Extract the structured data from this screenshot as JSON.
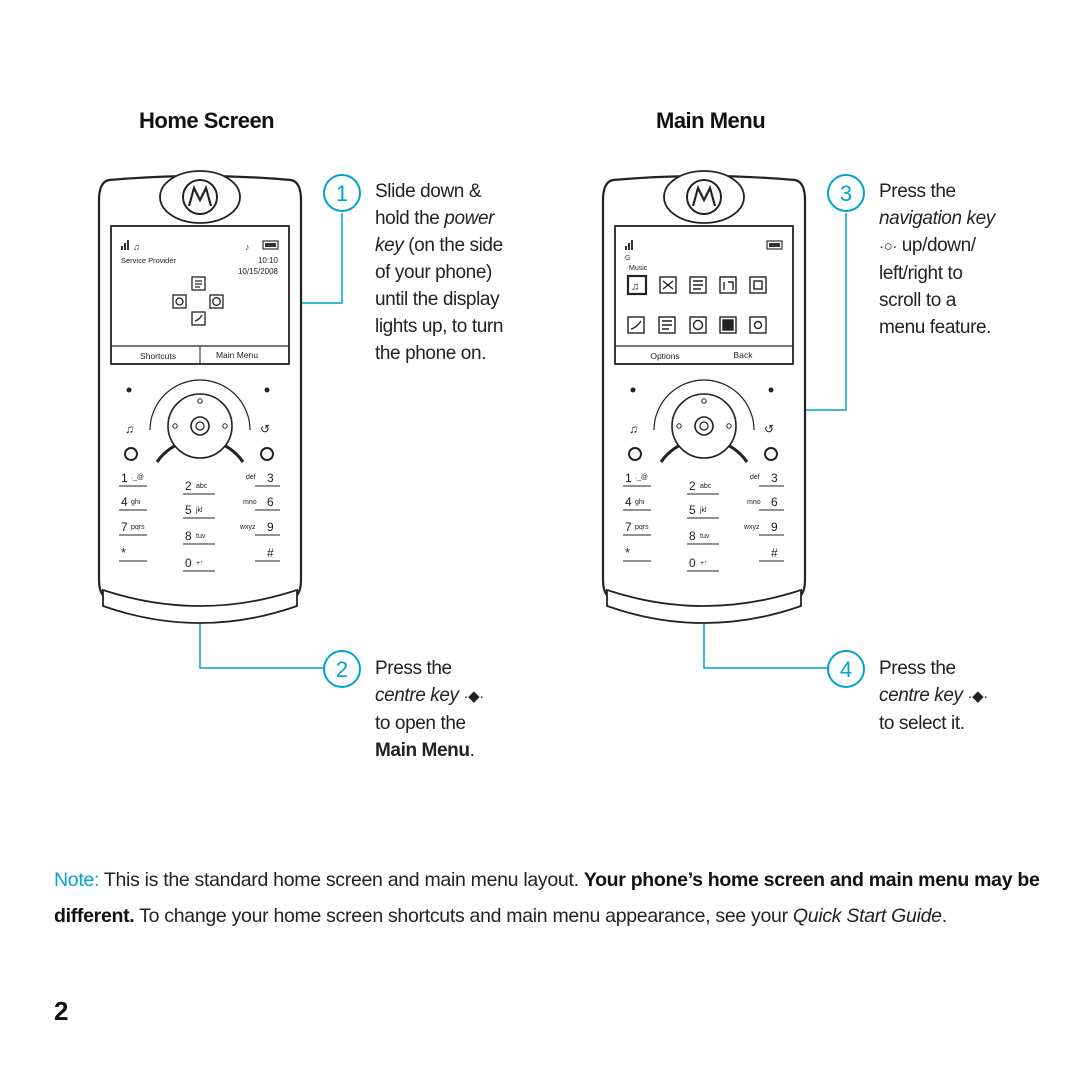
{
  "sections": {
    "home_title": "Home Screen",
    "menu_title": "Main Menu"
  },
  "home_phone": {
    "provider": "Service Provider",
    "time": "10:10",
    "date": "10/15/2008",
    "soft_left": "Shortcuts",
    "soft_right": "Main Menu"
  },
  "menu_phone": {
    "highlight_label": "Music",
    "soft_left": "Options",
    "soft_right": "Back"
  },
  "keypad": {
    "k1": "1",
    "k1s": "._@",
    "k2": "2",
    "k2s": "abc",
    "k3": "3",
    "k3s": "def",
    "k4": "4",
    "k4s": "ghi",
    "k5": "5",
    "k5s": "jkl",
    "k6": "6",
    "k6s": "mno",
    "k7": "7",
    "k7s": "pqrs",
    "k8": "8",
    "k8s": "tuv",
    "k9": "9",
    "k9s": "wxyz",
    "kstar": "*",
    "k0": "0",
    "k0s": "+↑",
    "khash": "#"
  },
  "steps": {
    "s1_num": "1",
    "s1_l1": "Slide down &",
    "s1_l2a": "hold the ",
    "s1_l2b": "power",
    "s1_l3a": "key",
    "s1_l3b": " (on the side",
    "s1_l4": "of your phone)",
    "s1_l5": "until the display",
    "s1_l6": "lights up, to turn",
    "s1_l7": "the phone on.",
    "s2_num": "2",
    "s2_l1": "Press the",
    "s2_l2": "centre key",
    "s2_l3": "to open the",
    "s2_l4a": "Main Menu",
    "s2_l4b": ".",
    "s3_num": "3",
    "s3_l1": "Press the",
    "s3_l2": "navigation key",
    "s3_l3": "up/down/",
    "s3_l4": "left/right to",
    "s3_l5": "scroll to a",
    "s3_l6": "menu feature.",
    "s4_num": "4",
    "s4_l1": "Press the",
    "s4_l2": "centre key",
    "s4_l3": "to select it."
  },
  "note": {
    "label": "Note:",
    "t1": " This is the standard home screen and main menu layout. ",
    "t2": "Your phone’s home screen and main menu may be different.",
    "t3": " To change your home screen shortcuts and main menu appearance, see your ",
    "t4": "Quick Start Guide",
    "t5": "."
  },
  "page_number": "2",
  "colors": {
    "accent": "#00a3cf",
    "ink": "#1a1a1a"
  },
  "icons": [
    "motorola-logo-icon",
    "signal-icon",
    "battery-icon",
    "navigation-key-icon",
    "centre-key-icon",
    "music-icon",
    "shuffle-icon",
    "settings-icon"
  ]
}
